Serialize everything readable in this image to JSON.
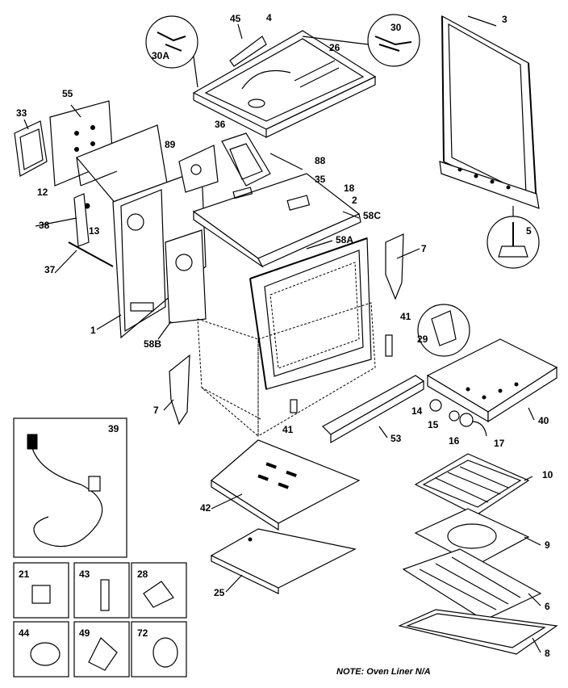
{
  "labels": {
    "p3": "3",
    "p4": "4",
    "p45": "45",
    "p30": "30",
    "p30a": "30A",
    "p26": "26",
    "p33": "33",
    "p55": "55",
    "p12": "12",
    "p36": "36",
    "p89": "89",
    "p88": "88",
    "p35": "35",
    "p18": "18",
    "p2": "2",
    "p58c": "58C",
    "p58a": "58A",
    "p5": "5",
    "p38": "38",
    "p13": "13",
    "p37": "37",
    "p1": "1",
    "p58b": "58B",
    "p7a": "7",
    "p7b": "7",
    "p41a": "41",
    "p41b": "41",
    "p29": "29",
    "p40": "40",
    "p14": "14",
    "p15": "15",
    "p16": "16",
    "p17": "17",
    "p53": "53",
    "p39": "39",
    "p42": "42",
    "p25": "25",
    "p10": "10",
    "p9": "9",
    "p6": "6",
    "p8": "8",
    "p21": "21",
    "p43": "43",
    "p28": "28",
    "p44": "44",
    "p49": "49",
    "p72": "72"
  },
  "note": "NOTE: Oven Liner N/A"
}
